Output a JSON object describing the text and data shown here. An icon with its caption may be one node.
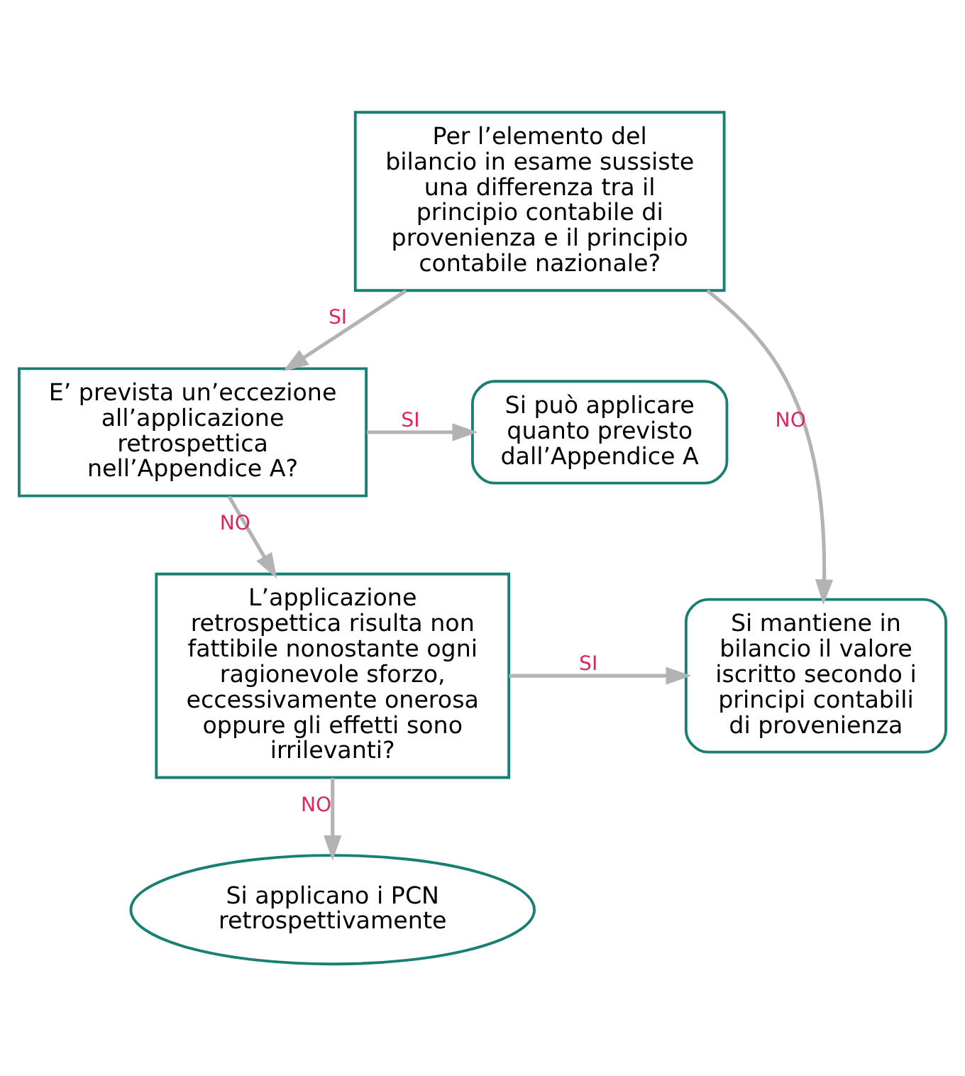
{
  "diagram": {
    "nodes": [
      {
        "text": [
          "Per l’elemento del bilancio in esame sussiste una differenza tra il principio contabile di provenienza e il principio contabile nazionale?"
        ]
      },
      {
        "text": [
          "E’ prevista un’eccezione all’applicazione retrospettica nell’Appendice A?"
        ]
      },
      {
        "text": [
          "Si può applicare quanto previsto dall’Appendice A"
        ]
      },
      {
        "text": [
          "L’applicazione retrospettica risulta non fattibile nonostante ogni ragionevole sforzo, eccessivamente onerosa oppure gli effetti sono irrilevanti?"
        ]
      },
      {
        "text": [
          "Si mantiene in bilancio il valore iscritto secondo i principi contabili di provenienza"
        ]
      },
      {
        "text": [
          "Si applicano i PCN retrospettivamente"
        ]
      }
    ],
    "edges": [
      {
        "from": 0,
        "to": 1,
        "arrow": "to",
        "label": "SI"
      },
      {
        "from": 0,
        "to": 4,
        "arrow": "to",
        "label": "NO"
      },
      {
        "from": 1,
        "to": 2,
        "arrow": "to",
        "label": "SI"
      },
      {
        "from": 1,
        "to": 3,
        "arrow": "to",
        "label": "NO"
      },
      {
        "from": 3,
        "to": 4,
        "arrow": "to",
        "label": "SI"
      },
      {
        "from": 3,
        "to": 5,
        "arrow": "to",
        "label": "NO"
      }
    ]
  }
}
